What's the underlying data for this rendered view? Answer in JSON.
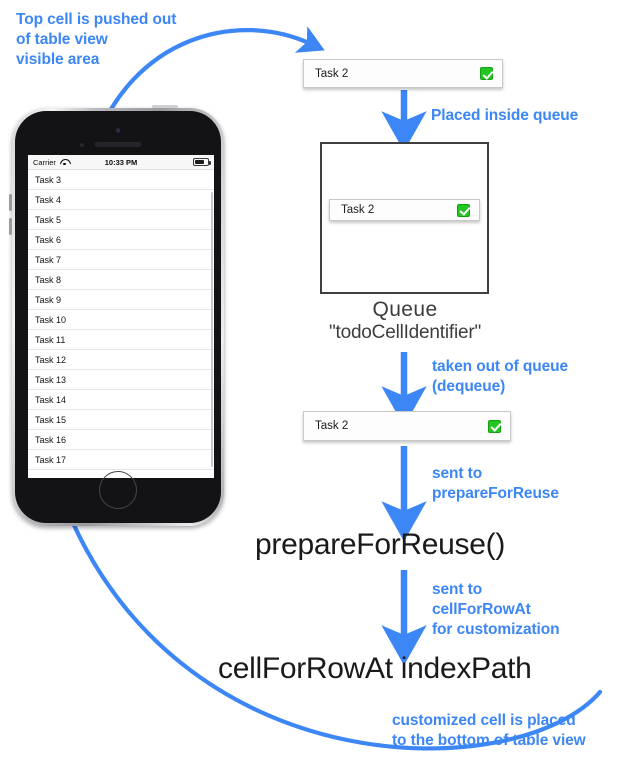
{
  "annotations": {
    "top_note": "Top cell is pushed out\nof table view\nvisible area",
    "placed_inside_queue": "Placed inside queue",
    "dequeue": "taken out of queue\n(dequeue)",
    "sent_to_prepare": "sent to\nprepareForReuse",
    "sent_to_cellforrow": "sent to\ncellForRowAt\nfor customization",
    "bottom_note": "customized cell is placed\nto the bottom of table view"
  },
  "headings": {
    "prepare_for_reuse": "prepareForReuse()",
    "cell_for_row_at": "cellForRowAt indexPath"
  },
  "queue": {
    "name": "Queue",
    "identifier": "\"todoCellIdentifier\""
  },
  "cards": {
    "pushed_out": {
      "title": "Task 2",
      "checked": true
    },
    "in_queue": {
      "title": "Task 2",
      "checked": true
    },
    "dequeued": {
      "title": "Task 2",
      "checked": true
    }
  },
  "phone": {
    "status_bar": {
      "carrier": "Carrier",
      "time": "10:33 PM"
    },
    "table_rows": [
      "Task 3",
      "Task 4",
      "Task 5",
      "Task 6",
      "Task 7",
      "Task 8",
      "Task 9",
      "Task 10",
      "Task 11",
      "Task 12",
      "Task 13",
      "Task 14",
      "Task 15",
      "Task 16",
      "Task 17"
    ]
  },
  "colors": {
    "accent_blue": "#3d86f5",
    "check_green": "#22c522",
    "heading_black": "#1a1a1a",
    "queue_border": "#3f3f3f"
  }
}
